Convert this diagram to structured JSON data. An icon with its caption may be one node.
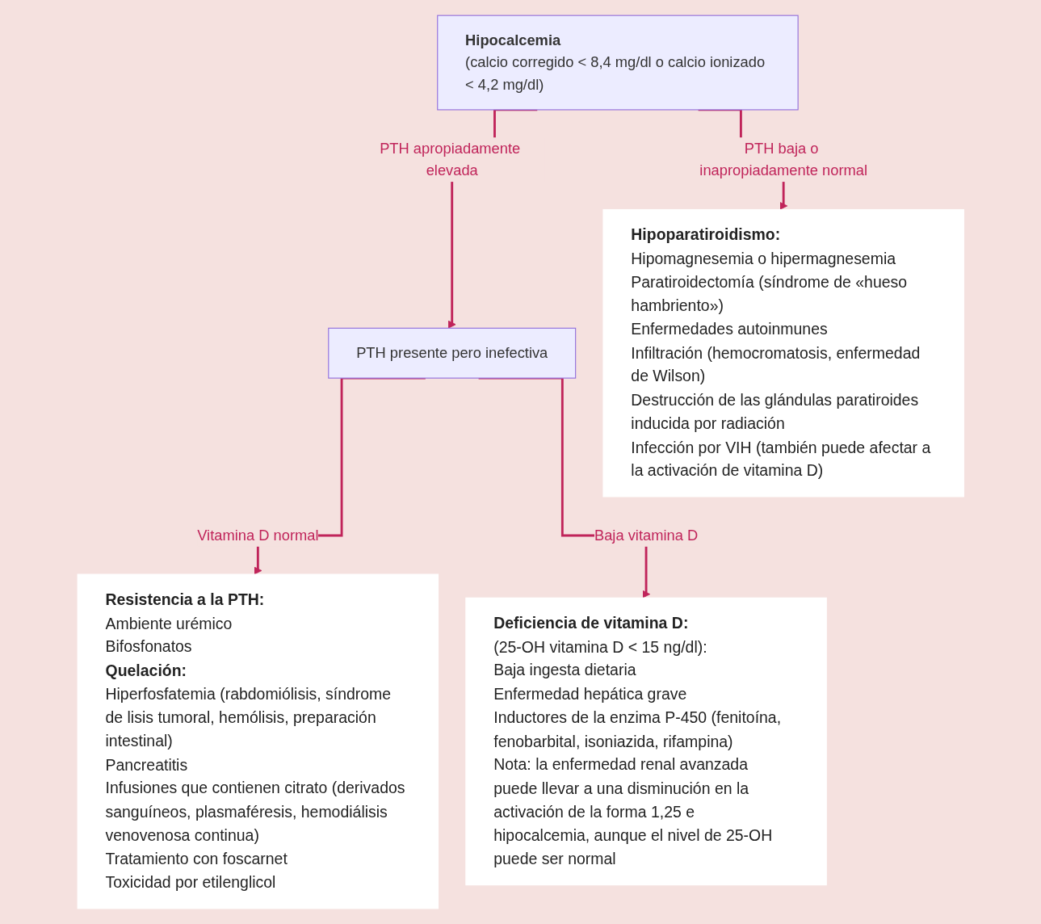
{
  "diagram": {
    "nodes": [
      {
        "text": [
          "Hipocalcemia",
          "(calcio corregido < 8,4 mg/dl o calcio ionizado < 4,2 mg/dl)"
        ]
      },
      {
        "text": [
          "PTH presente pero inefectiva"
        ]
      },
      {
        "text": [
          "Resistencia a la PTH:",
          "Ambiente urémico",
          "Bifosfonatos",
          "Quelación:",
          "Hiperfosfatemia (rabdomiólisis, síndrome de lisis tumoral, hemólisis, preparación intestinal)",
          "Pancreatitis",
          "Infusiones que contienen citrato (derivados sanguíneos, plasmaféresis, hemodiálisis venovenosa continua)",
          "Tratamiento con foscarnet",
          "Toxicidad por etilenglicol"
        ]
      },
      {
        "text": [
          "Deficiencia de vitamina D:",
          "(25-OH vitamina D < 15 ng/dl):",
          "Baja ingesta dietaria",
          "Enfermedad hepática grave",
          "Inductores de la enzima P-450 (fenitoína, fenobarbital, isoniazida, rifampina)",
          "Nota: la enfermedad renal avanzada puede llevar a una disminución en la activación de la forma 1,25 e hipocalcemia, aunque el nivel de 25-OH puede ser normal"
        ]
      },
      {
        "text": [
          "Hipoparatiroidismo:",
          "Hipomagnesemia o hipermagnesemia",
          "Paratiroidectomía (síndrome de «hueso hambriento»)",
          "Enfermedades autoinmunes",
          "Infiltración (hemocromatosis, enfermedad de Wilson)",
          "Destrucción de las glándulas paratiroides inducida por radiación",
          "Infección por VIH (también puede afectar a la activación de vitamina D)"
        ]
      }
    ],
    "edges": [
      {
        "from": 0,
        "to": 1,
        "arrow": "to",
        "label": "PTH apropiadamente elevada"
      },
      {
        "from": 0,
        "to": 4,
        "arrow": "to",
        "label": "PTH baja o inapropiadamente normal"
      },
      {
        "from": 1,
        "to": 2,
        "arrow": "to",
        "label": "Vitamina D normal"
      },
      {
        "from": 1,
        "to": 3,
        "arrow": "to",
        "label": "Baja vitamina D"
      }
    ]
  }
}
